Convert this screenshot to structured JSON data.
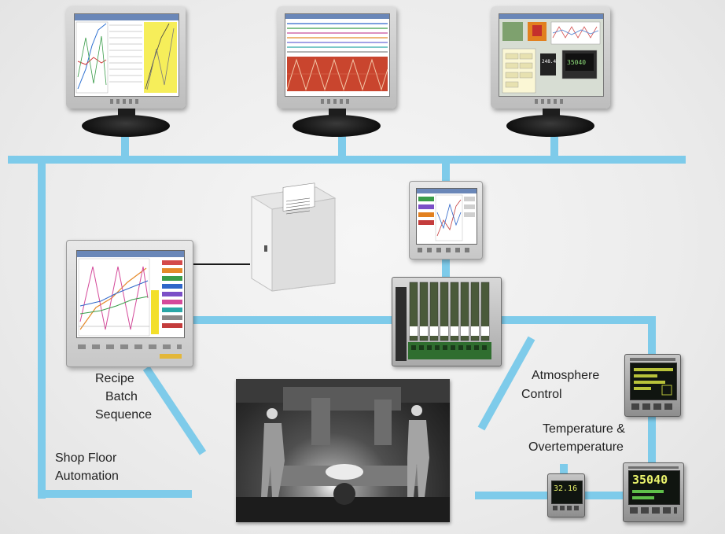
{
  "labels": {
    "recipe": "Recipe",
    "batch": "Batch",
    "sequence": "Sequence",
    "atmosphere": "Atmosphere",
    "control": "Control",
    "temperature": "Temperature &",
    "overtemperature": "Overtemperature",
    "shop_floor": "Shop Floor",
    "automation": "Automation"
  },
  "displays": {
    "controller_small": "32.16",
    "controller_large": "35040",
    "monitor3_value1": "248.4",
    "monitor3_value2": "35040"
  },
  "colors": {
    "network": "#7ecbea",
    "trend_yellow": "#f6ee5a",
    "trend_red": "#c9452e"
  }
}
